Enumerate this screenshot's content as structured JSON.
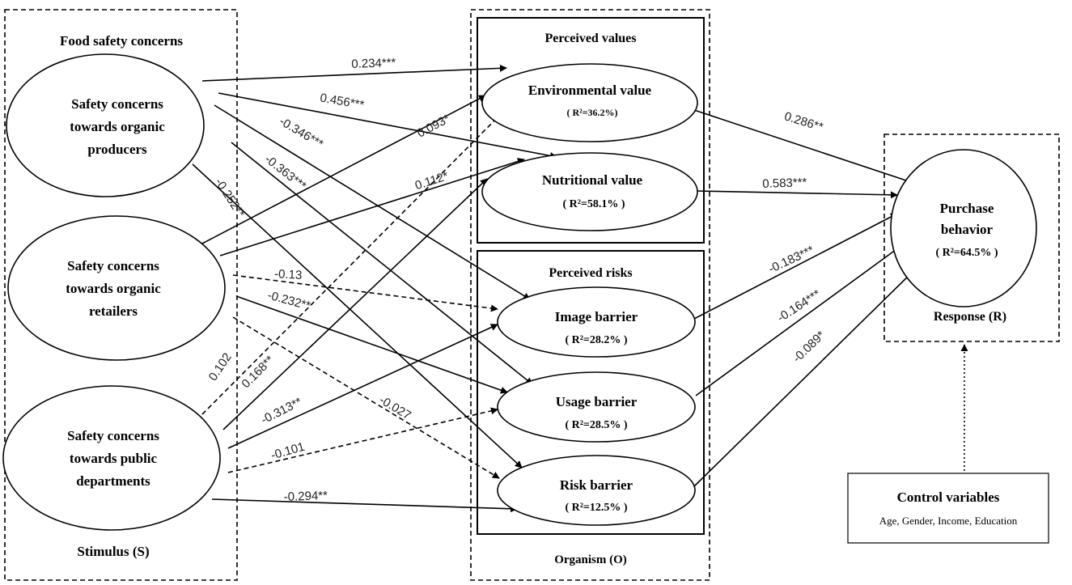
{
  "groups": {
    "stimulus": {
      "title": "Food safety concerns",
      "footer": "Stimulus (S)"
    },
    "organism": {
      "footer": "Organism (O)"
    },
    "values": {
      "title": "Perceived values"
    },
    "risks": {
      "title": "Perceived risks"
    },
    "response": {
      "footer": "Response (R)"
    },
    "control": {
      "title": "Control variables",
      "items": "Age, Gender, Income, Education"
    }
  },
  "nodes": {
    "producers": {
      "lines": [
        "Safety concerns",
        "towards organic",
        "producers"
      ]
    },
    "retailers": {
      "lines": [
        "Safety concerns",
        "towards organic",
        "retailers"
      ]
    },
    "public": {
      "lines": [
        "Safety concerns",
        "towards public",
        "departments"
      ]
    },
    "environmental": {
      "title": "Environmental value",
      "r2": "( R²=36.2%)"
    },
    "nutritional": {
      "title": "Nutritional value",
      "r2": "( R²=58.1% )"
    },
    "image": {
      "title": "Image barrier",
      "r2": "( R²=28.2% )"
    },
    "usage": {
      "title": "Usage barrier",
      "r2": "( R²=28.5% )"
    },
    "risk": {
      "title": "Risk barrier",
      "r2": "( R²=12.5% )"
    },
    "purchase": {
      "lines": [
        "Purchase",
        "behavior"
      ],
      "r2": "( R²=64.5% )"
    }
  },
  "edges": [
    {
      "from": "producers",
      "to": "environmental",
      "label": "0.234***",
      "style": "solid"
    },
    {
      "from": "producers",
      "to": "nutritional",
      "label": "0.456***",
      "style": "solid"
    },
    {
      "from": "producers",
      "to": "image",
      "label": "-0.346***",
      "style": "solid"
    },
    {
      "from": "producers",
      "to": "usage",
      "label": "-0.363***",
      "style": "solid"
    },
    {
      "from": "producers",
      "to": "risk",
      "label": "-0.252**",
      "style": "solid"
    },
    {
      "from": "retailers",
      "to": "environmental",
      "label": "0.093*",
      "style": "solid"
    },
    {
      "from": "retailers",
      "to": "nutritional",
      "label": "0.112*",
      "style": "solid"
    },
    {
      "from": "retailers",
      "to": "image",
      "label": "-0.13",
      "style": "dashed"
    },
    {
      "from": "retailers",
      "to": "usage",
      "label": "-0.232**",
      "style": "solid"
    },
    {
      "from": "retailers",
      "to": "risk",
      "label": "-0.027",
      "style": "dashed"
    },
    {
      "from": "public",
      "to": "environmental",
      "label": "0.102",
      "style": "dashed"
    },
    {
      "from": "public",
      "to": "nutritional",
      "label": "0.168**",
      "style": "solid"
    },
    {
      "from": "public",
      "to": "image",
      "label": "-0.313**",
      "style": "solid"
    },
    {
      "from": "public",
      "to": "usage",
      "label": "-0.101",
      "style": "dashed"
    },
    {
      "from": "public",
      "to": "risk",
      "label": "-0.294**",
      "style": "solid"
    },
    {
      "from": "environmental",
      "to": "purchase",
      "label": "0.286**",
      "style": "solid"
    },
    {
      "from": "nutritional",
      "to": "purchase",
      "label": "0.583***",
      "style": "solid"
    },
    {
      "from": "image",
      "to": "purchase",
      "label": "-0.183***",
      "style": "solid"
    },
    {
      "from": "usage",
      "to": "purchase",
      "label": "-0.164***",
      "style": "solid"
    },
    {
      "from": "risk",
      "to": "purchase",
      "label": "-0.089*",
      "style": "solid"
    },
    {
      "from": "control",
      "to": "response",
      "label": "",
      "style": "dotted"
    }
  ]
}
